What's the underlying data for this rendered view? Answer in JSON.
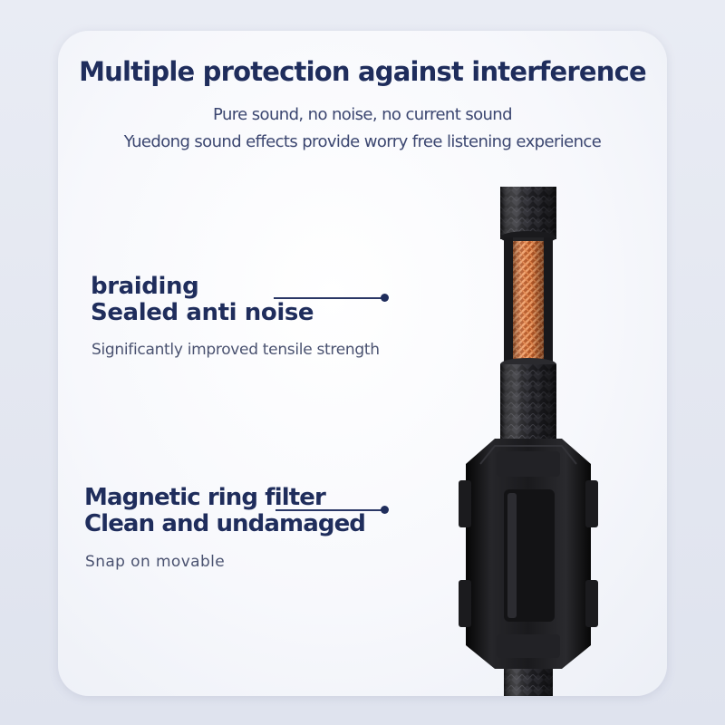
{
  "header": {
    "title": "Multiple protection against interference",
    "subtitle_1": "Pure sound, no noise, no current sound",
    "subtitle_2": "Yuedong sound effects provide worry free listening experience"
  },
  "features": [
    {
      "line_1": "braiding",
      "line_2": "Sealed anti noise",
      "description": "Significantly improved tensile strength"
    },
    {
      "line_1": "Magnetic ring filter",
      "line_2": "Clean and undamaged",
      "description": "Snap on movable"
    }
  ],
  "colors": {
    "heading": "#1f2d5c",
    "body_text": "#4a5270",
    "background": "#e6e9f2",
    "card": "#ffffff",
    "copper_shield": "#d9793e",
    "cable_jacket": "#1c1c1f",
    "ferrite_core": "#151516"
  }
}
